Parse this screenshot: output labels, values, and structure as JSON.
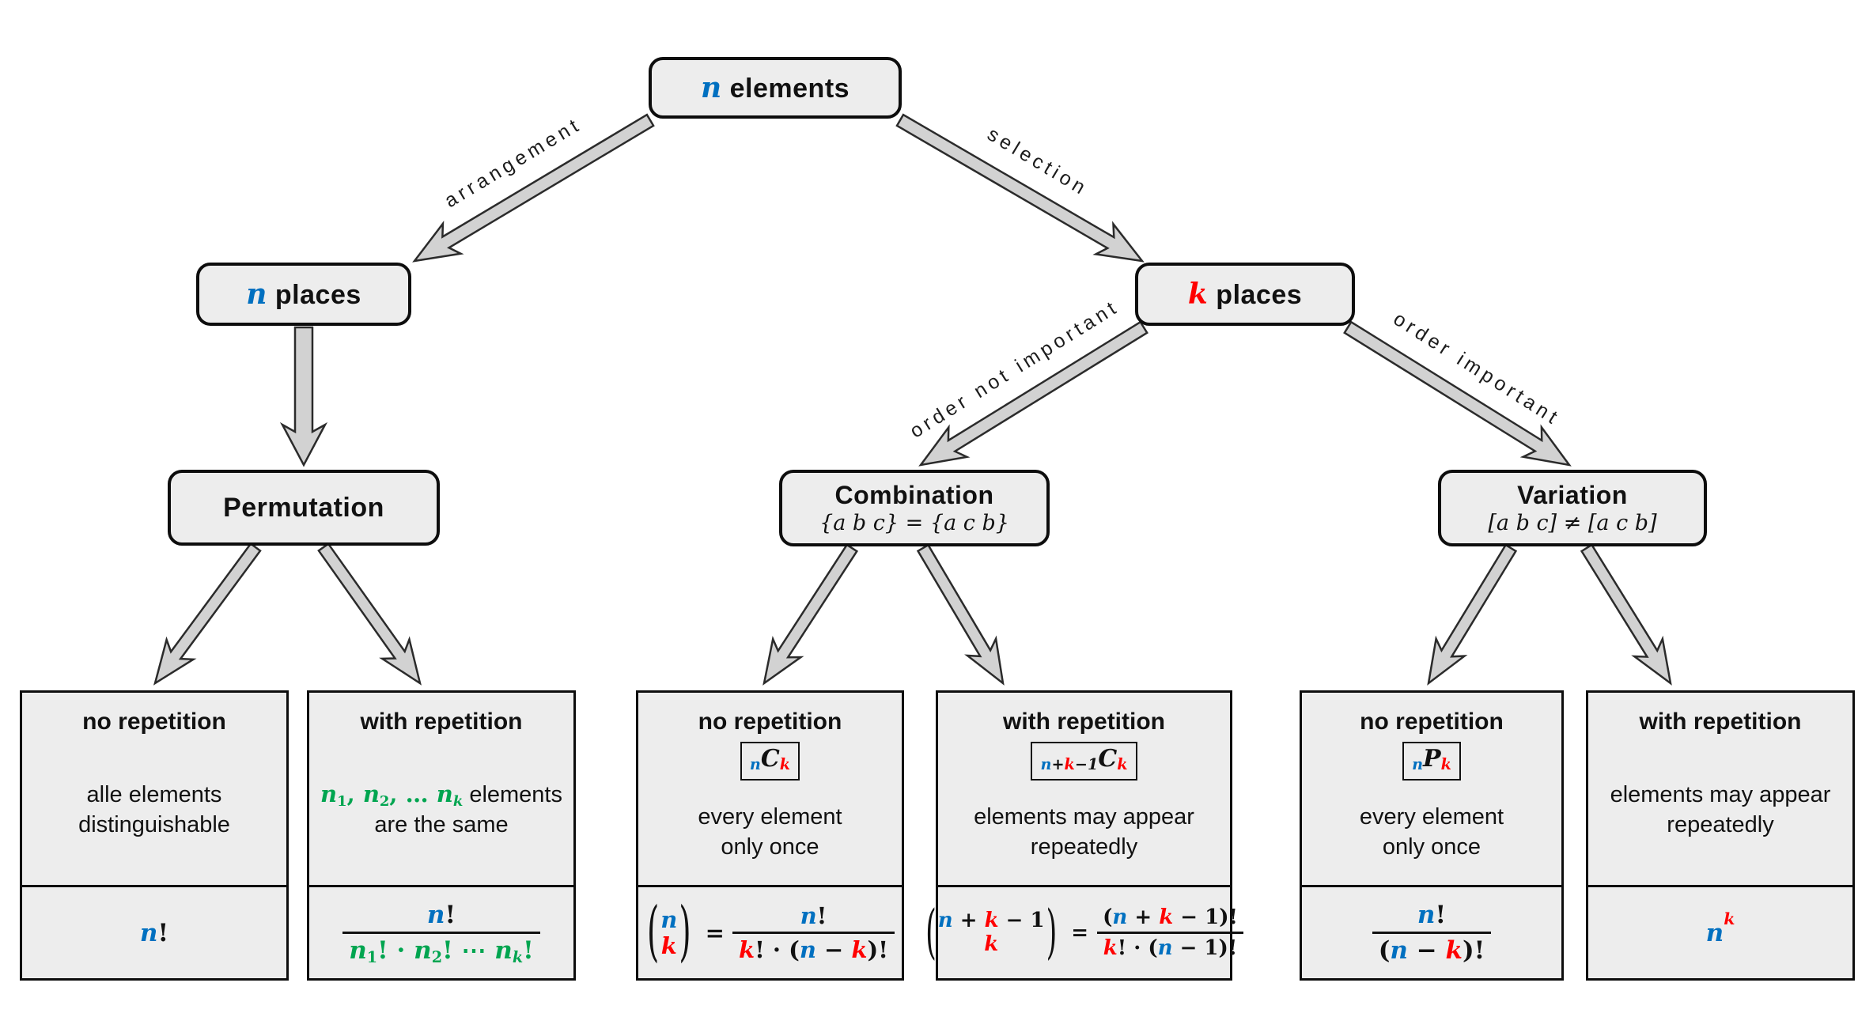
{
  "colors": {
    "accent_blue": "#0070C0",
    "accent_red": "#FF0000",
    "accent_green": "#00A550"
  },
  "edges": {
    "arrangement": "arrangement",
    "selection": "selection",
    "order_not_important": "order not important",
    "order_important": "order important"
  },
  "nodes": {
    "root": {
      "var": "n",
      "rest": "elements"
    },
    "n_places": {
      "var": "n",
      "rest": "places"
    },
    "k_places": {
      "var": "k",
      "rest": "places"
    },
    "permutation": {
      "title": "Permutation"
    },
    "combination": {
      "title": "Combination",
      "subtitle": "{a b c} = {a c b}"
    },
    "variation": {
      "title": "Variation",
      "subtitle": "[a b c] ≠ [a c b]"
    }
  },
  "cards": {
    "perm_no": {
      "header": "no repetition",
      "desc_line1": "alle elements",
      "desc_line2": "distinguishable",
      "formula": {
        "n": "n",
        "fact": "!"
      }
    },
    "perm_with": {
      "header": "with repetition",
      "desc": {
        "g1": "n",
        "g1s": "1",
        "c1": ", ",
        "g2": "n",
        "g2s": "2",
        "c2": ", … ",
        "g3": "n",
        "g3s": "k",
        "rest": " elements",
        "line2": "are the same"
      },
      "formula": {
        "num_n": "n",
        "num_f": "!",
        "d1": "n",
        "d1s": "1",
        "d2": "! · ",
        "d3": "n",
        "d3s": "2",
        "d4": "! ⋯ ",
        "d5": "n",
        "d5s": "k",
        "d6": "!"
      }
    },
    "comb_no": {
      "header": "no repetition",
      "badge": {
        "pre": "n",
        "big": "C",
        "post": "k"
      },
      "desc_line1": "every element",
      "desc_line2": "only once",
      "formula": {
        "paren_l": "(",
        "paren_r": ")",
        "top": "n",
        "bot": "k",
        "eq": "=",
        "num_n": "n",
        "num_f": "!",
        "den_k": "k",
        "den_a": "! · (",
        "den_n": "n",
        "den_b": " − ",
        "den_k2": "k",
        "den_c": ")!"
      }
    },
    "comb_with": {
      "header": "with repetition",
      "badge": {
        "p1": "n",
        "p2": "+",
        "p3": "k",
        "p4": "−1",
        "big": "C",
        "post": "k"
      },
      "desc_line1": "elements may appear",
      "desc_line2": "repeatedly",
      "formula": {
        "paren_l": "(",
        "paren_r": ")",
        "t1": "n",
        "t2": " + ",
        "t3": "k",
        "t4": " − 1",
        "bot": "k",
        "eq": "=",
        "n1": "(",
        "n2": "n",
        "n3": " + ",
        "n4": "k",
        "n5": " − 1",
        "n6": ")!",
        "d1": "k",
        "d2": "! · (",
        "d3": "n",
        "d4": " − 1",
        "d5": ")!"
      }
    },
    "var_no": {
      "header": "no repetition",
      "badge": {
        "pre": "n",
        "big": "P",
        "post": "k"
      },
      "desc_line1": "every element",
      "desc_line2": "only once",
      "formula": {
        "num_n": "n",
        "num_f": "!",
        "d1": "(",
        "d2": "n",
        "d3": " − ",
        "d4": "k",
        "d5": ")!"
      }
    },
    "var_with": {
      "header": "with repetition",
      "desc_line1": "elements may appear",
      "desc_line2": "repeatedly",
      "formula": {
        "base": "n",
        "sup": "k"
      }
    }
  }
}
